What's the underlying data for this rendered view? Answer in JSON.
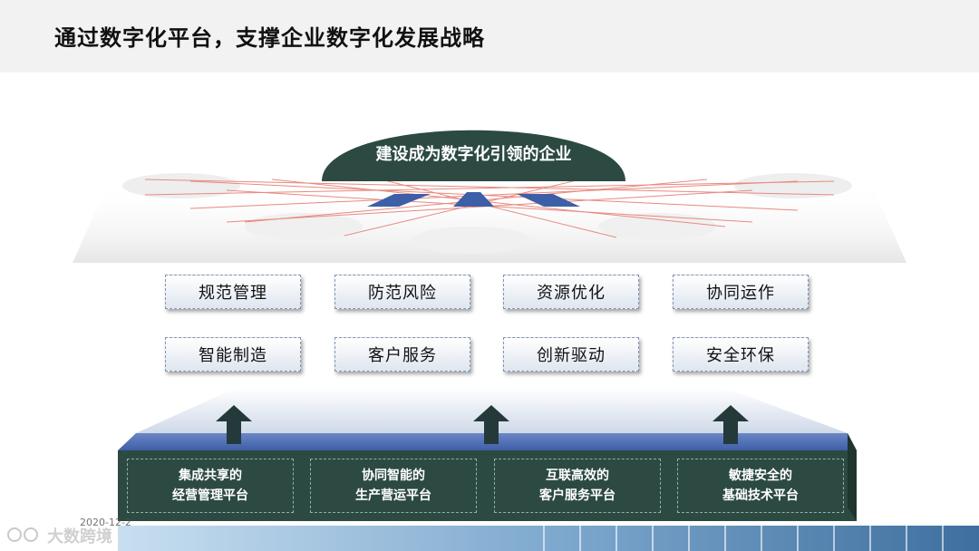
{
  "title": "通过数字化平台，支撑企业数字化发展战略",
  "goal": "建设成为数字化引领的企业",
  "objectives_row1": [
    "规范管理",
    "防范风险",
    "资源优化",
    "协同运作"
  ],
  "objectives_row2": [
    "智能制造",
    "客户服务",
    "创新驱动",
    "安全环保"
  ],
  "platforms": [
    {
      "line1": "集成共享的",
      "line2": "经营管理平台"
    },
    {
      "line1": "协同智能的",
      "line2": "生产营运平台"
    },
    {
      "line1": "互联高效的",
      "line2": "客户服务平台"
    },
    {
      "line1": "敏捷安全的",
      "line2": "基础技术平台"
    }
  ],
  "watermark": {
    "brand": "大数跨境",
    "date": "2020-12-2"
  },
  "colors": {
    "dark_green": "#2c4a42",
    "blue": "#3d5fa8",
    "arrow": "#243a3a",
    "red_lines": "#e88a80"
  }
}
